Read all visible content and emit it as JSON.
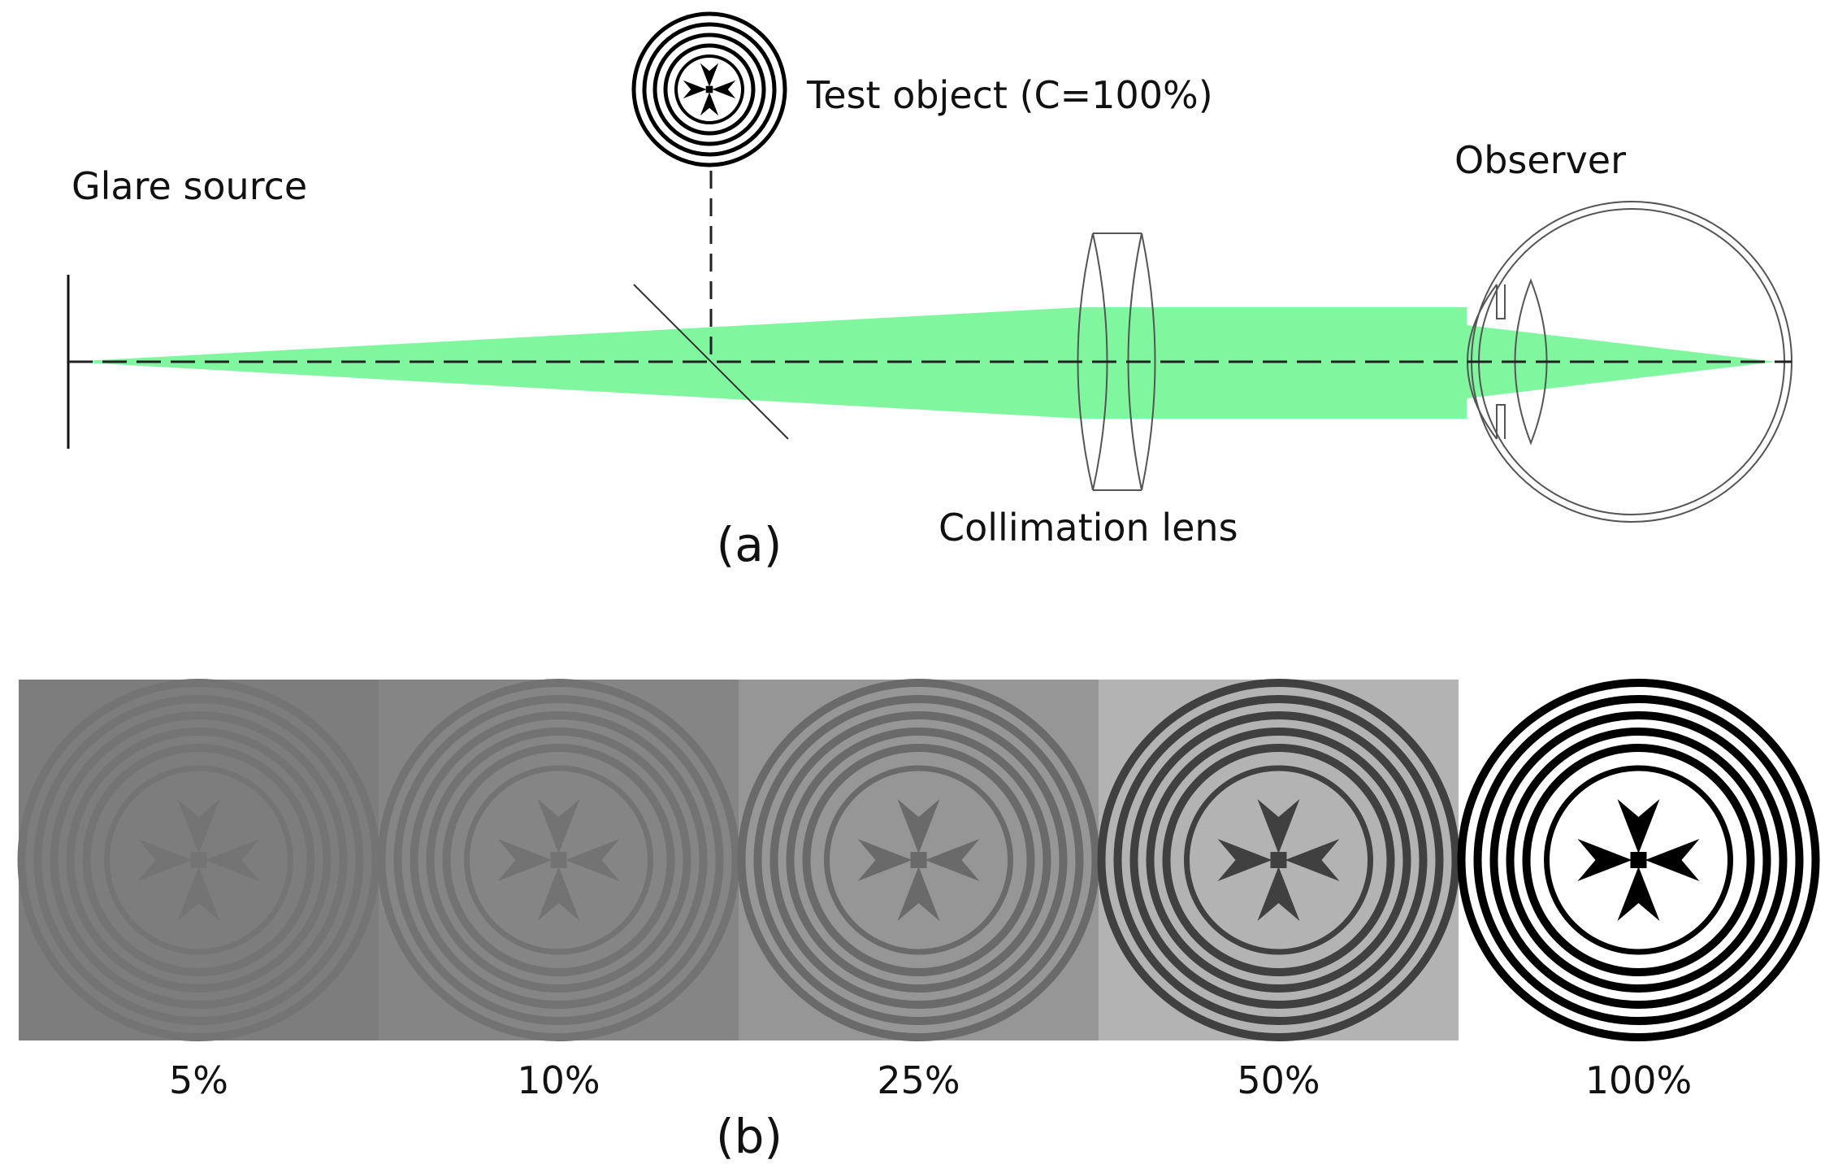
{
  "panel_a": {
    "label": "(a)",
    "glare_source_label": "Glare source",
    "test_object_label": "Test object (C=100%)",
    "collimation_lens_label": "Collimation lens",
    "observer_label": "Observer"
  },
  "panel_b": {
    "label": "(b)",
    "targets": [
      {
        "contrast_label": "5%"
      },
      {
        "contrast_label": "10%"
      },
      {
        "contrast_label": "25%"
      },
      {
        "contrast_label": "50%"
      },
      {
        "contrast_label": "100%"
      }
    ]
  },
  "colors": {
    "beam": "#80f79f",
    "line": "#111111",
    "outline": "#555555",
    "target_backgrounds": [
      "#7d7d7d",
      "#858585",
      "#969696",
      "#b3b3b3",
      "#ffffff"
    ],
    "target_inks": [
      "#747474",
      "#737373",
      "#6a6a6a",
      "#404040",
      "#000000"
    ]
  }
}
